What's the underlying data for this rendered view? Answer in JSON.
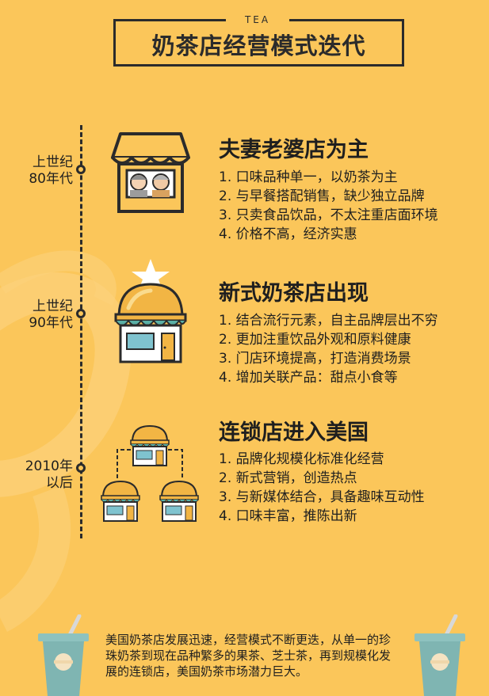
{
  "header": {
    "tag": "TEA",
    "title": "奶茶店经营模式迭代"
  },
  "timeline": [
    {
      "era_line1": "上世纪",
      "era_line2": "80年代",
      "title": "夫妻老婆店为主",
      "points": [
        "1. 口味品种单一，以奶茶为主",
        "2. 与早餐搭配销售，缺少独立品牌",
        "3. 只卖食品饮品，不太注重店面环境",
        "4. 价格不高，经济实惠"
      ],
      "icon": "couple-shop-icon"
    },
    {
      "era_line1": "上世纪",
      "era_line2": "90年代",
      "title": "新式奶茶店出现",
      "points": [
        "1. 结合流行元素，自主品牌层出不穷",
        "2. 更加注重饮品外观和原料健康",
        "3. 门店环境提高，打造消费场景",
        "4. 增加关联产品：甜点小食等"
      ],
      "icon": "tea-shop-icon"
    },
    {
      "era_line1": "2010年",
      "era_line2": "以后",
      "title": "连锁店进入美国",
      "points": [
        "1. 品牌化规模化标准化经营",
        "2. 新式营销，创造热点",
        "3. 与新媒体结合，具备趣味互动性",
        "4. 口味丰富，推陈出新"
      ],
      "icon": "chain-store-icon"
    }
  ],
  "footer": {
    "text": "美国奶茶店发展迅速，经营模式不断更迭，从单一的珍珠奶茶到现在品种繁多的果茶、芝士茶，再到规模化发展的连锁店，美国奶茶市场潜力巨大。"
  },
  "colors": {
    "background": "#FBC65A",
    "ink": "#2b2b2b",
    "awning_yellow": "#F2B544",
    "awning_teal": "#5AAFA6",
    "cup_teal": "#7FB5B2"
  }
}
